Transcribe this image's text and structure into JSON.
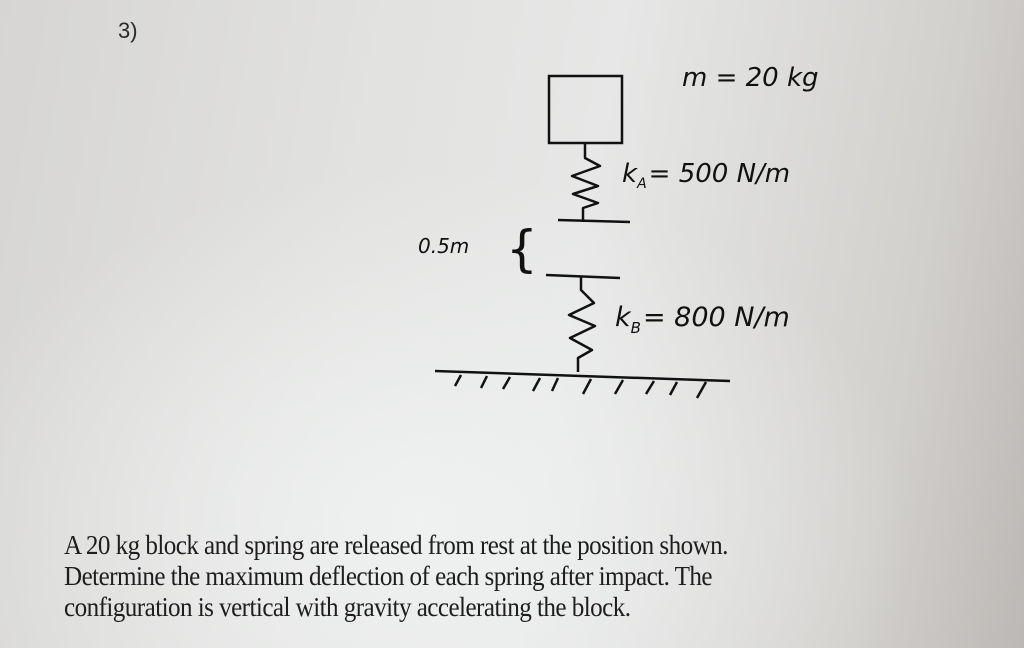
{
  "problem": {
    "number": "3)",
    "statement_lines": [
      "A 20 kg block and spring are  released from rest at the position shown.",
      "Determine the maximum deflection of each spring after impact. The",
      "configuration is vertical with gravity accelerating the block."
    ]
  },
  "diagram": {
    "mass_label": "m = 20 kg",
    "spring_a_label": "k",
    "spring_a_sub": "A",
    "spring_a_value": "= 500 N/m",
    "spring_b_label": "k",
    "spring_b_sub": "B",
    "spring_b_value": "= 800 N/m",
    "gap_label": "0.5m",
    "gap_brace": "{"
  },
  "colors": {
    "ink": "#111111",
    "paper": "#e4e4e2"
  }
}
